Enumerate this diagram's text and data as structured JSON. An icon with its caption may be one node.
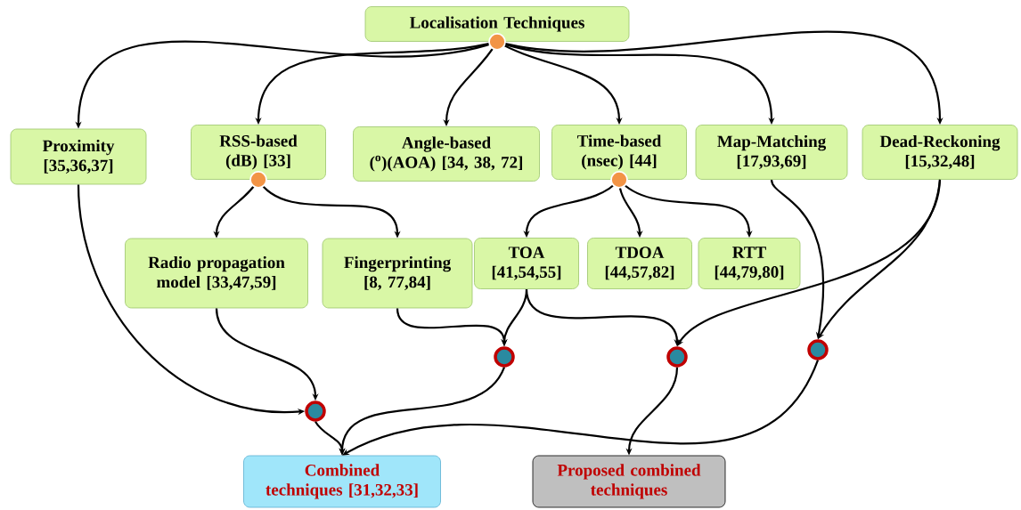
{
  "diagram": {
    "nodes": [
      {
        "text": [
          "Localisation Techniques"
        ]
      },
      {
        "text": [
          "Proximity [35,36,37]"
        ]
      },
      {
        "text": [
          "RSS-based (dB) [33]"
        ]
      },
      {
        "text": [
          "Angle-based ($^{o}$)(AOA) [34, 38, 72]"
        ]
      },
      {
        "text": [
          "Time-based (nsec) [44]"
        ]
      },
      {
        "text": [
          "Map-Matching [17,93,69]"
        ]
      },
      {
        "text": [
          "Dead-Reckoning [15,32,48]"
        ]
      },
      {
        "text": [
          "Radio propagation model [33,47,59]"
        ]
      },
      {
        "text": [
          "Fingerprinting [8, 77,84]"
        ]
      },
      {
        "text": [
          "TOA [41,54,55]"
        ]
      },
      {
        "text": [
          "TDOA [44,57,82]"
        ]
      },
      {
        "text": [
          "RTT [44,79,80]"
        ]
      },
      {
        "text": [],
        "shape": "circle"
      },
      {
        "text": [],
        "shape": "circle"
      },
      {
        "text": [],
        "shape": "circle"
      },
      {
        "text": [],
        "shape": "circle"
      },
      {
        "text": [
          "Combined techniques [31,32,33]"
        ]
      },
      {
        "text": [
          "Proposed combined techniques"
        ]
      }
    ],
    "edges": [
      {
        "from": 0,
        "to": 1,
        "arrow": "to"
      },
      {
        "from": 0,
        "to": 2,
        "arrow": "to"
      },
      {
        "from": 0,
        "to": 3,
        "arrow": "to"
      },
      {
        "from": 0,
        "to": 4,
        "arrow": "to"
      },
      {
        "from": 0,
        "to": 5,
        "arrow": "to"
      },
      {
        "from": 0,
        "to": 6,
        "arrow": "to"
      },
      {
        "from": 2,
        "to": 7,
        "arrow": "to"
      },
      {
        "from": 2,
        "to": 8,
        "arrow": "to"
      },
      {
        "from": 4,
        "to": 9,
        "arrow": "to"
      },
      {
        "from": 4,
        "to": 10,
        "arrow": "to"
      },
      {
        "from": 4,
        "to": 11,
        "arrow": "to"
      },
      {
        "from": 1,
        "to": 12,
        "arrow": "to"
      },
      {
        "from": 7,
        "to": 12,
        "arrow": "to"
      },
      {
        "from": 8,
        "to": 13,
        "arrow": "to"
      },
      {
        "from": 9,
        "to": 13,
        "arrow": "to"
      },
      {
        "from": 9,
        "to": 14,
        "arrow": "to"
      },
      {
        "from": 6,
        "to": 14,
        "arrow": "to"
      },
      {
        "from": 5,
        "to": 15,
        "arrow": "to"
      },
      {
        "from": 6,
        "to": 15,
        "arrow": "to"
      },
      {
        "from": 12,
        "to": 16,
        "arrow": "to"
      },
      {
        "from": 13,
        "to": 16,
        "arrow": "to"
      },
      {
        "from": 15,
        "to": 16,
        "arrow": "to"
      },
      {
        "from": 14,
        "to": 17,
        "arrow": "to"
      }
    ]
  }
}
